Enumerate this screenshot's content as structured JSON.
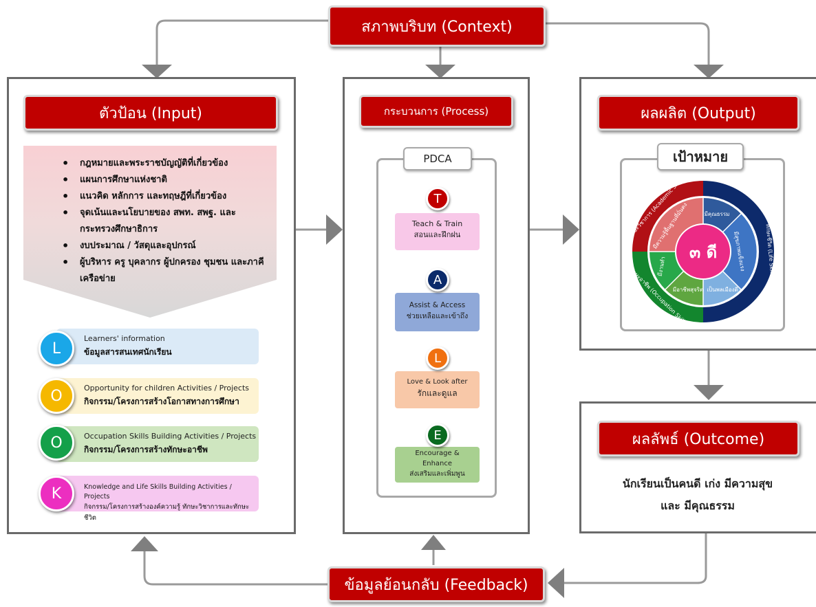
{
  "context": {
    "label": "สภาพบริบท (Context)"
  },
  "feedback": {
    "label": "ข้อมูลย้อนกลับ (Feedback)"
  },
  "input": {
    "title": "ตัวป้อน (Input)",
    "items": [
      "กฎหมายและพระราชบัญญัติที่เกี่ยวข้อง",
      "แผนการศึกษาแห่งชาติ",
      "แนวคิด หลักการ และทฤษฎีที่เกี่ยวข้อง",
      "จุดเน้นและนโยบายของ สพท. สพฐ. และ กระทรวงศึกษาธิการ",
      "งบประมาณ / วัสดุและอุปกรณ์",
      "ผู้บริหาร ครู บุคลากร ผู้ปกครอง ชุมชน และภาคีเครือข่าย"
    ],
    "look": [
      {
        "letter": "L",
        "en": "Learners' information",
        "th": "ข้อมูลสารสนเทศนักเรียน",
        "color": "#1aa7e8",
        "bg": "#dbeaf7"
      },
      {
        "letter": "O",
        "en": "Opportunity for children Activities / Projects",
        "th": "กิจกรรม/โครงการสร้างโอกาสทางการศึกษา",
        "color": "#f5b800",
        "bg": "#fdf3d2"
      },
      {
        "letter": "O",
        "en": "Occupation Skills Building Activities / Projects",
        "th": "กิจกรรม/โครงการสร้างทักษะอาชีพ",
        "color": "#14a04a",
        "bg": "#cfe6c0"
      },
      {
        "letter": "K",
        "en": "Knowledge and Life Skills Building Activities / Projects",
        "th": "กิจกรรม/โครงการสร้างองค์ความรู้ ทักษะวิชาการและทักษะชีวิต",
        "color": "#ec2fc0",
        "bg": "#f6c8f0"
      }
    ]
  },
  "process": {
    "title": "กระบวนการ (Process)",
    "pdca": "PDCA",
    "steps": [
      {
        "letter": "T",
        "en": "Teach & Train",
        "th": "สอนและฝึกฝน",
        "color": "#c00000",
        "bg": "#f8c8e8"
      },
      {
        "letter": "A",
        "en": "Assist & Access",
        "th": "ช่วยเหลือและเข้าถึง",
        "color": "#0b2a6a",
        "bg": "#8fa8d8"
      },
      {
        "letter": "L",
        "en": "Love & Look after",
        "th": "รักและดูแล",
        "color": "#f07010",
        "bg": "#f8c8a8"
      },
      {
        "letter": "E",
        "en": "Encourage & Enhance",
        "th": "ส่งเสริมและเพิ่มพูน",
        "color": "#0a6a20",
        "bg": "#a8d090"
      }
    ]
  },
  "output": {
    "title": "ผลผลิต (Output)",
    "goal": "เป้าหมาย",
    "center": "๓ ดี",
    "inner": [
      "มีคุณธรรม",
      "มีสุขภาพแข็งแรง",
      "เป็นพลเมืองดี",
      "มีอาชีพสุจริต",
      "มีงานทำ",
      "มีความรู้พื้นฐานที่มั่นคง"
    ],
    "outer": [
      "ทักษะวิชาการ (Academic Skills)",
      "ทักษะชีวิต (Life Skills)",
      "ทักษะอาชีพ (Occupation Skills)"
    ]
  },
  "outcome": {
    "title": "ผลลัพธ์ (Outcome)",
    "line1": "นักเรียนเป็นคนดี  เก่ง  มีความสุข",
    "line2": "และ  มีคุณธรรม"
  }
}
